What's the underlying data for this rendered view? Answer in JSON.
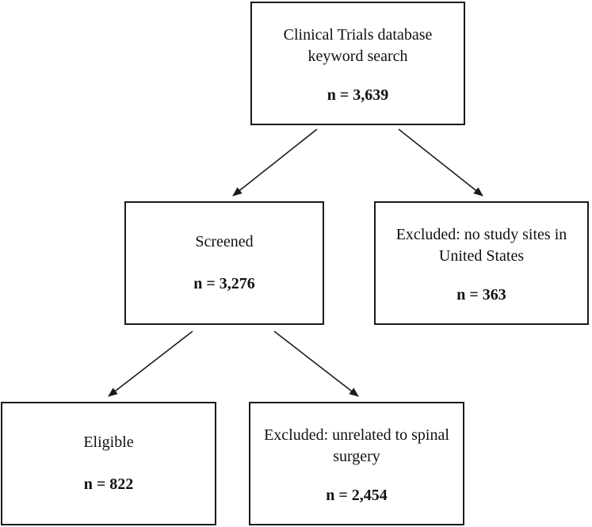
{
  "flowchart": {
    "search": {
      "label": "Clinical Trials database keyword search",
      "count": "n = 3,639"
    },
    "screened": {
      "label": "Screened",
      "count": "n = 3,276"
    },
    "excluded_us": {
      "label": "Excluded: no study sites in United States",
      "count": "n = 363"
    },
    "eligible": {
      "label": "Eligible",
      "count": "n = 822"
    },
    "excluded_spinal": {
      "label": "Excluded: unrelated to spinal surgery",
      "count": "n = 2,454"
    }
  },
  "colors": {
    "stroke": "#1a1a1a",
    "background": "#ffffff"
  }
}
